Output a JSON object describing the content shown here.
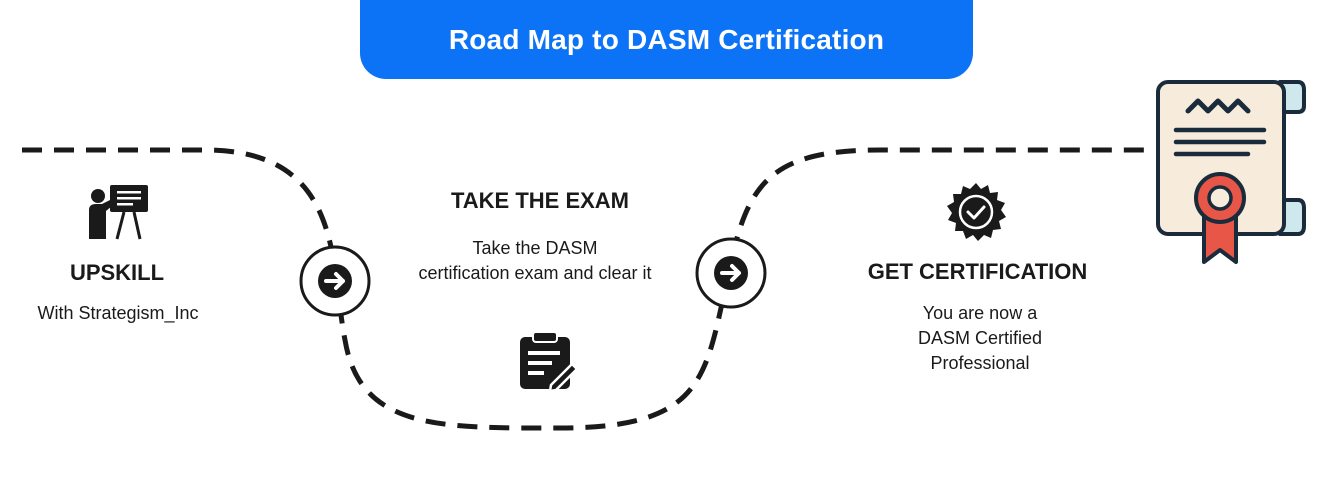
{
  "banner": {
    "title": "Road Map to DASM Certification"
  },
  "colors": {
    "banner_blue": "#0d73f6",
    "ink": "#1a1a1a",
    "seal_red": "#e85648",
    "parchment": "#f7ecdc",
    "roll": "#cfe8ee"
  },
  "steps": [
    {
      "title": "UPSKILL",
      "description": "With Strategism_Inc",
      "icon": "teacher-board-icon"
    },
    {
      "title": "TAKE THE EXAM",
      "description_lines": [
        "Take the DASM",
        "certification exam and clear it"
      ],
      "icon": "clipboard-edit-icon"
    },
    {
      "title": "GET CERTIFICATION",
      "description_lines": [
        "You are now a",
        "DASM Certified",
        "Professional"
      ],
      "icon": "verified-badge-icon"
    }
  ],
  "connectors": [
    "arrow-right-icon",
    "arrow-right-icon"
  ],
  "end_icon": "certificate-scroll-icon"
}
